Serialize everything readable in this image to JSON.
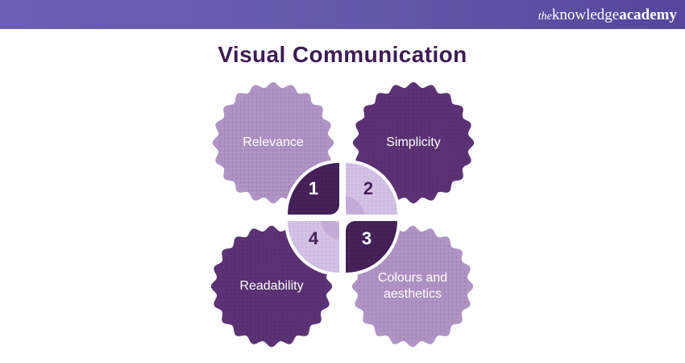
{
  "header": {
    "logo_the": "the",
    "logo_knowledge": "knowledge",
    "logo_academy": "academy"
  },
  "title": "Visual Communication",
  "diagram": {
    "items": [
      {
        "number": "1",
        "label": "Relevance",
        "position": "top-left",
        "tone": "light"
      },
      {
        "number": "2",
        "label": "Simplicity",
        "position": "top-right",
        "tone": "dark"
      },
      {
        "number": "3",
        "label": "Colours and aesthetics",
        "position": "bottom-right",
        "tone": "light"
      },
      {
        "number": "4",
        "label": "Readability",
        "position": "bottom-left",
        "tone": "dark"
      }
    ]
  },
  "palette": {
    "header_gradient_start": "#6C5EB4",
    "header_gradient_end": "#55459B",
    "title_color": "#3E1C53",
    "badge_light": "#B094C4",
    "badge_dark": "#5B3273",
    "quarter_dark": "#46215A",
    "quarter_light": "#D4C2E5",
    "leaf_accent": "#C3ABD8",
    "label_text": "#FFFFFF"
  }
}
